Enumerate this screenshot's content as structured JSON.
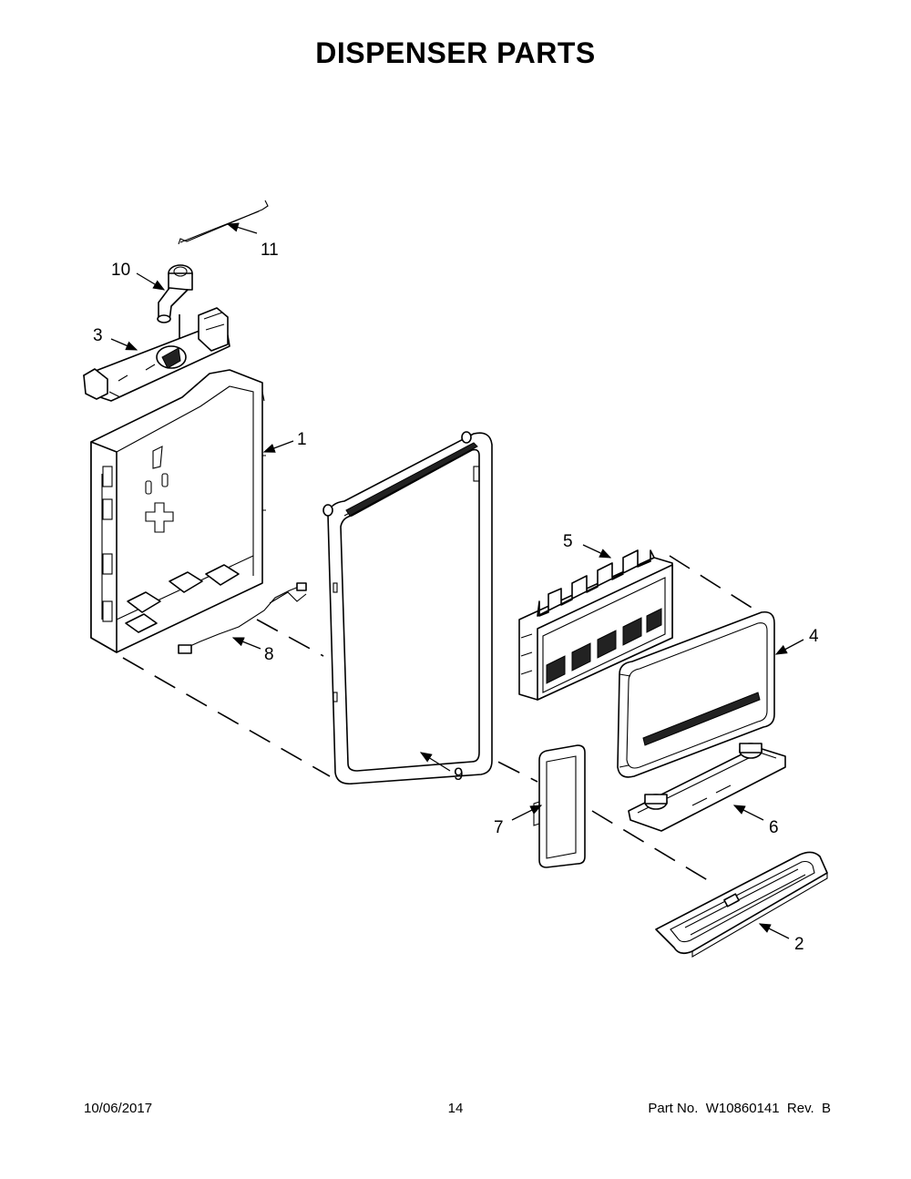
{
  "title": "DISPENSER PARTS",
  "footer": {
    "date": "10/06/2017",
    "page": "14",
    "part_number": "Part No.  W10860141  Rev.  B"
  },
  "callouts": [
    "1",
    "2",
    "3",
    "4",
    "5",
    "6",
    "7",
    "8",
    "9",
    "10",
    "11"
  ]
}
